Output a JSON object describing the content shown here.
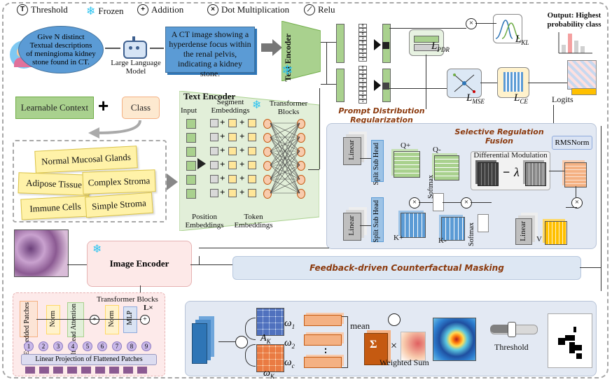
{
  "legend": {
    "threshold_symbol": "T",
    "threshold": "Threshold",
    "frozen": "Frozen",
    "addition": "Addition",
    "dot_multiplication": "Dot Multiplication",
    "relu": "Relu"
  },
  "llm": {
    "prompt": "Give N distinct Textual descriptions of meningioma kidney stone found in CT.",
    "model_label": "Large Language Model",
    "description": "A CT image showing a hyperdense focus within the renal pelvis, indicating a kidney stone."
  },
  "text_encoder_block": "Text Encoder",
  "binary_vector_a": [
    "0",
    "1",
    "0",
    "1",
    "0",
    "1",
    "0",
    "1",
    "1"
  ],
  "binary_vector_b": [
    "0",
    "1",
    "0",
    "1",
    "1",
    "0",
    "1",
    "0",
    "1"
  ],
  "losses": {
    "pdr": "L",
    "pdr_sub": "PDR",
    "kl": "L",
    "kl_sub": "KL",
    "mse": "L",
    "mse_sub": "MSE",
    "ce": "L",
    "ce_sub": "CE"
  },
  "output": {
    "title": "Output: Highest probability class",
    "logits": "Logits"
  },
  "prompt_section": {
    "learnable_context": "Learnable Context",
    "plus": "+",
    "class": "Class",
    "classes": [
      "Normal Mucosal Glands",
      "Adipose Tissue",
      "Complex Stroma",
      "Immune Cells",
      "Simple Stroma"
    ]
  },
  "text_encoder_detail": {
    "title": "Text Encoder",
    "input": "Input",
    "segment_embeddings": "Segment Embeddings",
    "transformer_blocks": "Transformer Blocks",
    "position_embeddings": "Position Embeddings",
    "token_embeddings": "Token Embeddings"
  },
  "pdr_title": "Prompt Distribution Regularization",
  "srf": {
    "title": "Selective Regulation Fusion",
    "linear": "Linear",
    "split_sub_head": "Split Sub Head",
    "q_plus": "Q+",
    "q_minus": "Q-",
    "k_plus": "K+",
    "k_minus": "K-",
    "softmax": "Softmax",
    "differential_modulation": "Differential Modulation",
    "minus": "−",
    "lambda": "λ",
    "rmsnorm": "RMSNorm",
    "v": "V"
  },
  "image_encoder": "Image Encoder",
  "fcm": "Feedback-driven Counterfactual Masking",
  "vit": {
    "transformer_blocks": "Transformer Blocks",
    "lx": "L×",
    "embedded_patches": "Embedded Patches",
    "norm": "Norm",
    "multi_head_attention": "Multi-Head Attention",
    "mlp": "MLP",
    "patch_numbers": [
      "1",
      "2",
      "3",
      "4",
      "5",
      "6",
      "7",
      "8",
      "9"
    ],
    "linear_projection": "Linear Projection of Flattened Patches"
  },
  "cam": {
    "a_k": "A",
    "a_k_sub": "K",
    "omega_k": "ω",
    "omega_k_sub": "K",
    "omega_1": "ω",
    "omega_1_sub": "1",
    "omega_2": "ω",
    "omega_2_sub": "2",
    "omega_c": "ω",
    "omega_c_sub": "c",
    "mean": "mean",
    "sigma": "Σ",
    "times": "×",
    "weighted_sum": "Weighted Sum",
    "threshold": "Threshold",
    "threshold_level": 0.45
  },
  "colors": {
    "blue": "#5b9bd5",
    "green": "#a9d18e",
    "peach": "#fde9d0",
    "yellow": "#fff2a8",
    "panel": "#e3e9f3",
    "title_brown": "#8b3a0e",
    "frozen": "#2ec4f0"
  }
}
